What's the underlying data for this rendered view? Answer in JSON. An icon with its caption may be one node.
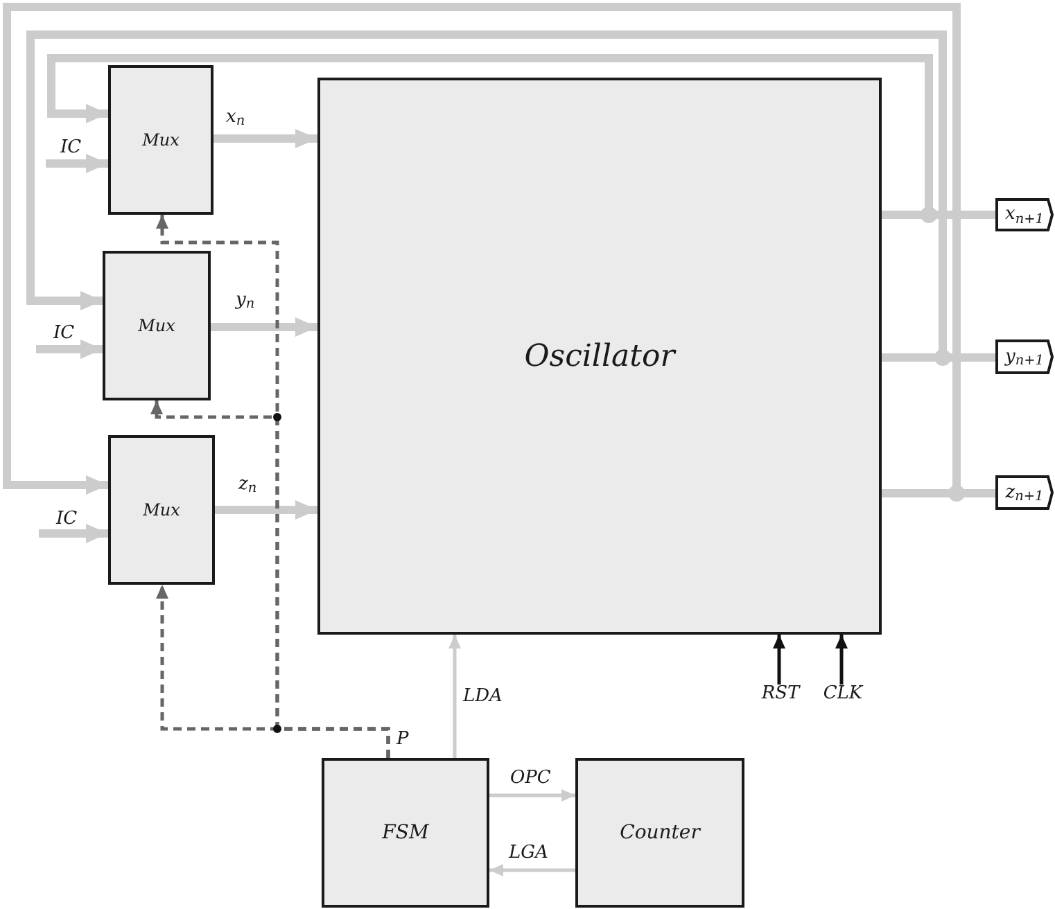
{
  "diagram": {
    "nodes": [
      {
        "text": [
          "Mux"
        ]
      },
      {
        "text": [
          "Mux"
        ]
      },
      {
        "text": [
          "Mux"
        ]
      },
      {
        "text": [
          "IC"
        ]
      },
      {
        "text": [
          "IC"
        ]
      },
      {
        "text": [
          "IC"
        ]
      },
      {
        "text": [
          "Oscillator"
        ]
      },
      {
        "text": [
          "x$_{n+1}$"
        ]
      },
      {
        "text": [
          "y$_{n+1}$"
        ]
      },
      {
        "text": [
          "z$_{n+1}$"
        ]
      },
      {
        "text": [
          "RST"
        ]
      },
      {
        "text": [
          "CLK"
        ]
      },
      {
        "text": [
          "FSM"
        ],
        "beside": [
          "P"
        ]
      },
      {
        "text": [
          "Counter"
        ]
      }
    ],
    "edges": [
      {
        "from": 0,
        "to": 6,
        "arrow": "to",
        "label": "x$_{n}$"
      },
      {
        "from": 1,
        "to": 6,
        "arrow": "to",
        "label": "y$_{n}$"
      },
      {
        "from": 2,
        "to": 6,
        "arrow": "to",
        "label": "z$_{n}$"
      },
      {
        "from": 3,
        "to": 0,
        "arrow": "to"
      },
      {
        "from": 4,
        "to": 1,
        "arrow": "to"
      },
      {
        "from": 5,
        "to": 2,
        "arrow": "to"
      },
      {
        "from": 6,
        "to": 7,
        "arrow": "none"
      },
      {
        "from": 6,
        "to": 8,
        "arrow": "none"
      },
      {
        "from": 6,
        "to": 9,
        "arrow": "none"
      },
      {
        "from": 6,
        "to": 0,
        "arrow": "to"
      },
      {
        "from": 6,
        "to": 1,
        "arrow": "to"
      },
      {
        "from": 6,
        "to": 2,
        "arrow": "to"
      },
      {
        "from": 12,
        "to": 2,
        "arrow": "to",
        "style": "dashed",
        "color": "#666666"
      },
      {
        "from": 12,
        "to": 1,
        "arrow": "to",
        "style": "dashed",
        "color": "#666666"
      },
      {
        "from": 12,
        "to": 0,
        "arrow": "to",
        "style": "dashed",
        "color": "#666666"
      },
      {
        "from": 12,
        "to": 6,
        "arrow": "to",
        "label": "LDA"
      },
      {
        "from": 12,
        "to": 13,
        "arrow": "to",
        "label": "OPC"
      },
      {
        "from": 13,
        "to": 12,
        "arrow": "to",
        "label": "LGA"
      },
      {
        "from": 10,
        "to": 6,
        "arrow": "to",
        "color": "#111111"
      },
      {
        "from": 11,
        "to": 6,
        "arrow": "to",
        "color": "#111111"
      }
    ]
  }
}
